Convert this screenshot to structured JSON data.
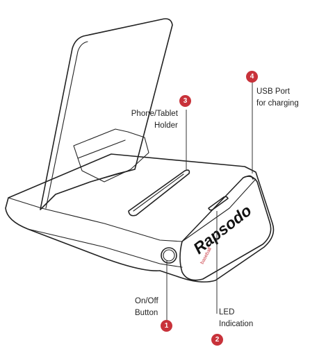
{
  "colors": {
    "badge": "#c8323a",
    "line": "#222222"
  },
  "brand": {
    "logo_text": "Rapsodo",
    "logo_subtext": "baseball"
  },
  "callouts": [
    {
      "number": "1",
      "label_lines": [
        "On/Off",
        "Button"
      ]
    },
    {
      "number": "2",
      "label_lines": [
        "LED",
        "Indication"
      ]
    },
    {
      "number": "3",
      "label_lines": [
        "Phone/Tablet",
        "Holder"
      ]
    },
    {
      "number": "4",
      "label_lines": [
        "USB Port",
        "for charging"
      ]
    }
  ]
}
